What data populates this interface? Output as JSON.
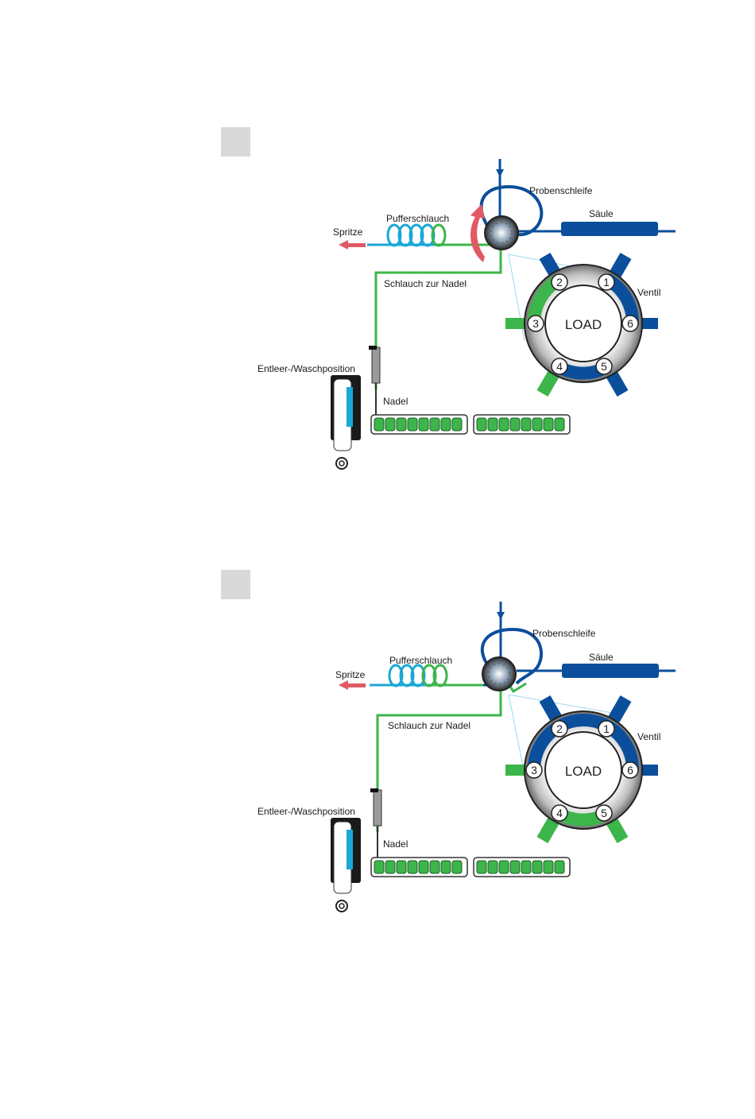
{
  "colors": {
    "green": "#3cb54a",
    "blue": "#0b4f9c",
    "cyan": "#1aa7d6",
    "arrow": "#e05a64",
    "panel": "#d9d9d9"
  },
  "panels": [
    {
      "labels": {
        "probenschleife": "Probenschleife",
        "saeule": "Säule",
        "pufferschlauch": "Pufferschlauch",
        "spritze": "Spritze",
        "schlauch_nadel": "Schlauch zur Nadel",
        "ventil": "Ventil",
        "load": "LOAD",
        "entleer": "Entleer-/Waschposition",
        "nadel": "Nadel"
      },
      "ports": [
        "1",
        "2",
        "3",
        "4",
        "5",
        "6"
      ],
      "rotation_arrow": true,
      "valve_state": "green-2-3"
    },
    {
      "labels": {
        "probenschleife": "Probenschleife",
        "saeule": "Säule",
        "pufferschlauch": "Pufferschlauch",
        "spritze": "Spritze",
        "schlauch_nadel": "Schlauch zur Nadel",
        "ventil": "Ventil",
        "load": "LOAD",
        "entleer": "Entleer-/Waschposition",
        "nadel": "Nadel"
      },
      "ports": [
        "1",
        "2",
        "3",
        "4",
        "5",
        "6"
      ],
      "rotation_arrow": false,
      "valve_state": "green-4-5"
    }
  ]
}
